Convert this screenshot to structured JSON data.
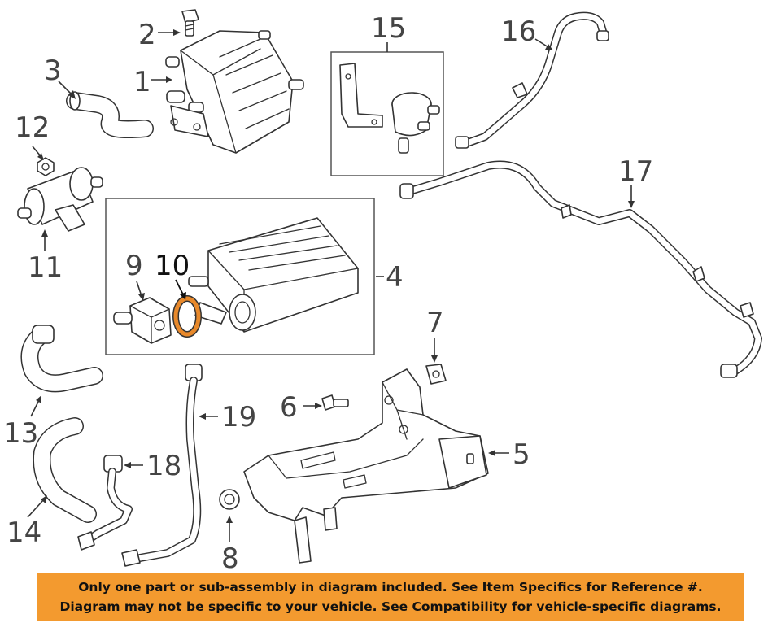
{
  "callouts": {
    "c1": "1",
    "c2": "2",
    "c3": "3",
    "c4": "4",
    "c5": "5",
    "c6": "6",
    "c7": "7",
    "c8": "8",
    "c9": "9",
    "c10": "10",
    "c11": "11",
    "c12": "12",
    "c13": "13",
    "c14": "14",
    "c15": "15",
    "c16": "16",
    "c17": "17",
    "c18": "18",
    "c19": "19"
  },
  "highlight": {
    "part": "10",
    "color": "#e8892b"
  },
  "banner": {
    "line1": "Only one part or sub-assembly in diagram included. See Item Specifics for Reference #.",
    "line2": "Diagram may not be specific to your vehicle. See Compatibility for vehicle-specific diagrams.",
    "background": "#f39a2f"
  }
}
